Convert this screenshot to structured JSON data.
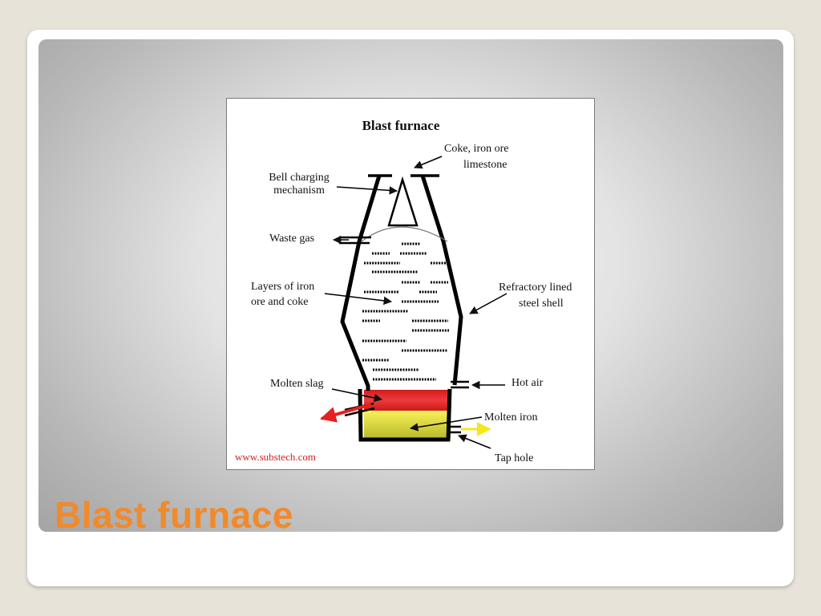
{
  "slide": {
    "title": "Blast furnace"
  },
  "diagram": {
    "title": "Blast furnace",
    "labels": {
      "charge_line1": "Coke, iron ore",
      "charge_line2": "limestone",
      "bell_line1": "Bell charging",
      "bell_line2": "mechanism",
      "waste_gas": "Waste gas",
      "layers_line1": "Layers of iron",
      "layers_line2": "ore and coke",
      "refractory_line1": "Refractory lined",
      "refractory_line2": "steel shell",
      "molten_slag": "Molten slag",
      "hot_air": "Hot air",
      "molten_iron": "Molten iron",
      "tap_hole": "Tap hole"
    },
    "source": "www.substech.com",
    "colors": {
      "slag": "#e42b2b",
      "iron": "#f2f040",
      "slag_arrow": "#e42020",
      "iron_arrow": "#f5e81a",
      "title_orange": "#f08a2c"
    }
  }
}
